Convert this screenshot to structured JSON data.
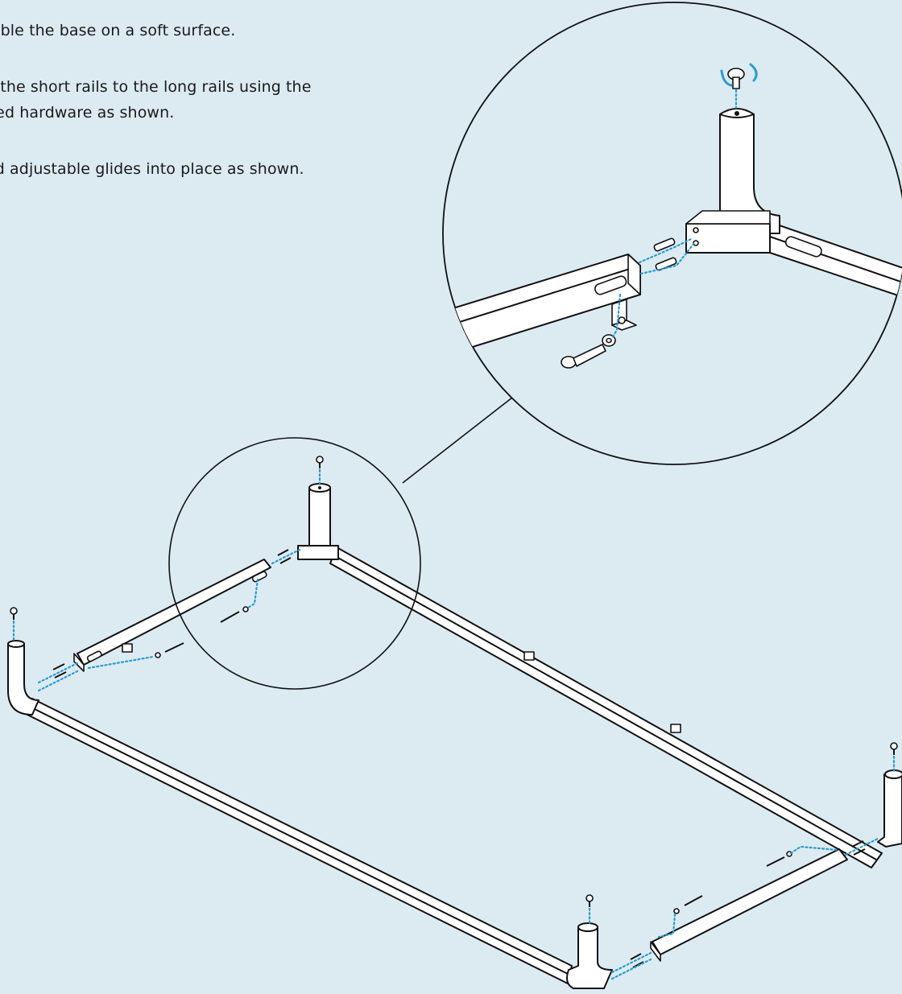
{
  "instructions": {
    "step1": "mble the base on a soft surface.",
    "step2_line1": "h the short rails to the long rails using the",
    "step2_line2": "ded hardware as shown.",
    "step3": "ad adjustable glides into place as shown."
  },
  "colors": {
    "background": "#dcebf2",
    "guide_dots": "#2a9ad2",
    "outline": "#111111",
    "part_fill": "#ffffff"
  },
  "icons": [
    "rotate-arrows-icon",
    "glide-icon",
    "bolt-icon",
    "washer-icon",
    "dowel-icon",
    "bracket-icon"
  ]
}
